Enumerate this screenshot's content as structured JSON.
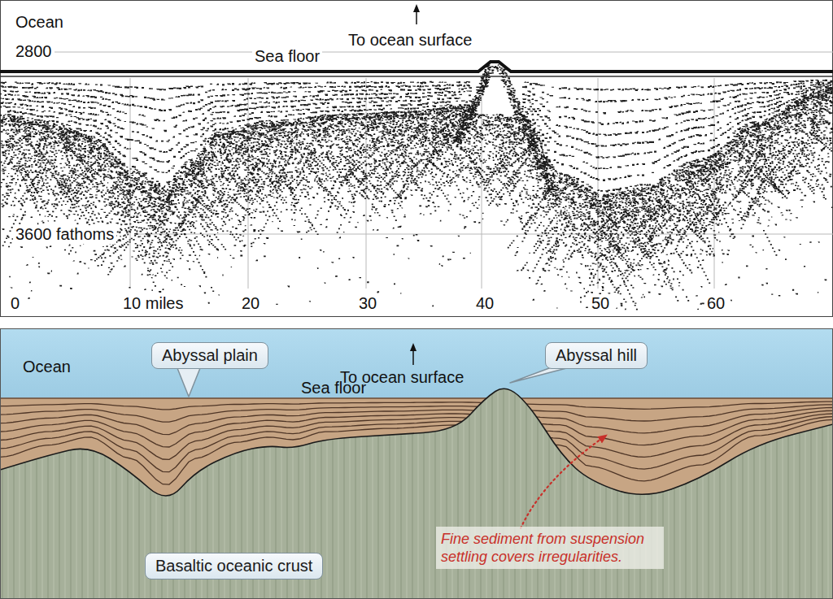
{
  "diagram": {
    "nodes": [
      {
        "text": [
          "Abyssal plain"
        ]
      },
      {
        "text": [
          "Abyssal hill"
        ]
      },
      {
        "text": [
          "Basaltic oceanic crust"
        ]
      }
    ],
    "labels": [
      "Ocean",
      "2800",
      "To ocean surface",
      "Sea floor",
      "3600 fathoms",
      "0",
      "10 miles",
      "20",
      "30",
      "40",
      "50",
      "60",
      "Ocean",
      "To ocean surface",
      "Sea floor",
      "Fine sediment from suspension settling covers irregularities."
    ]
  }
}
